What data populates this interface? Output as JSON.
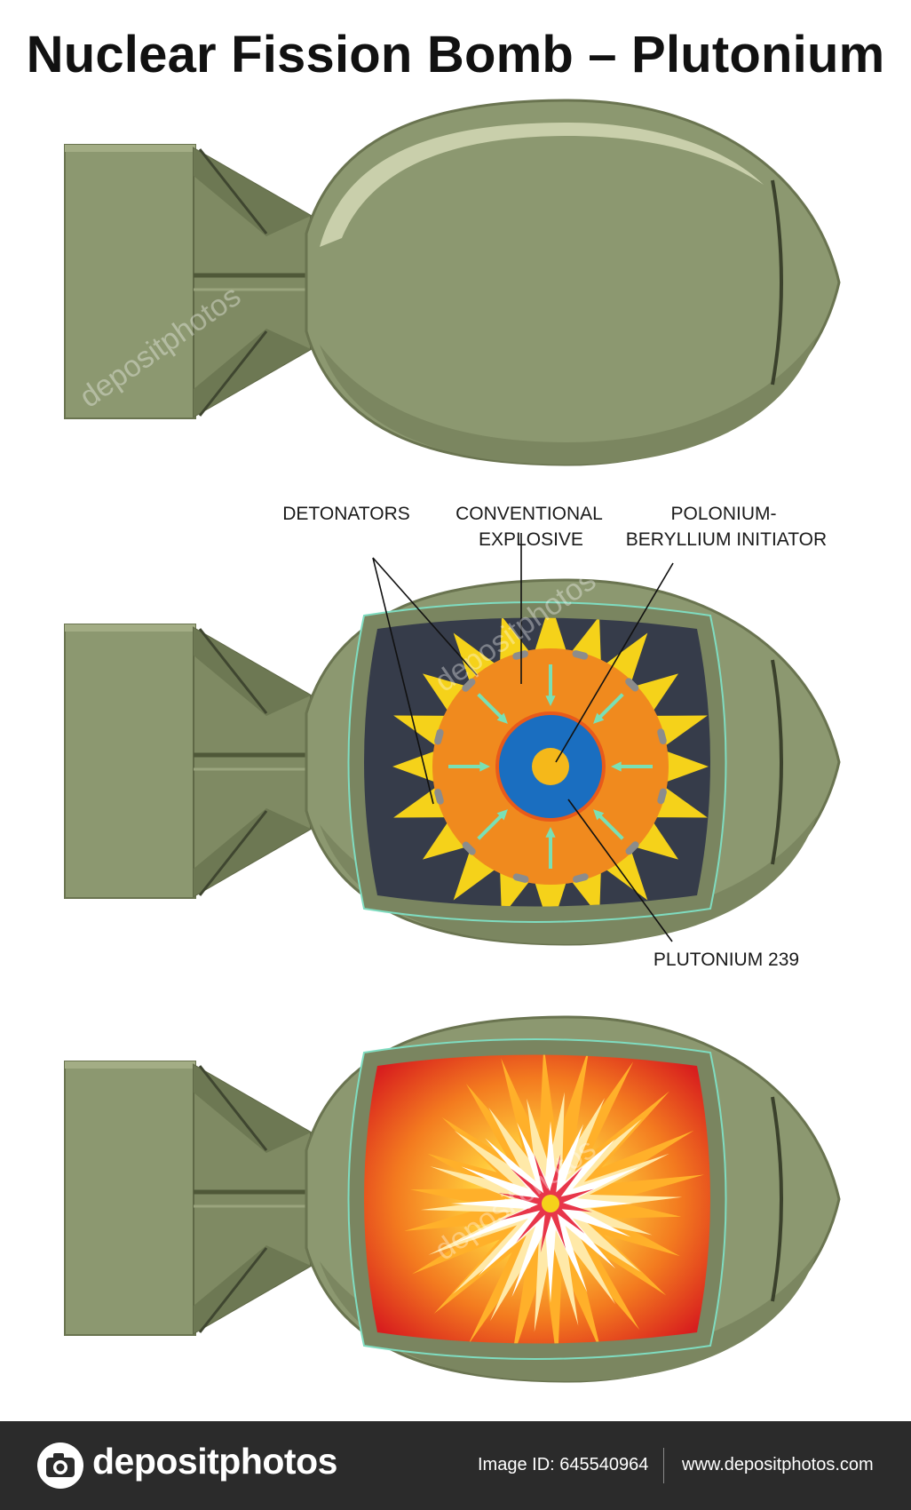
{
  "title": "Nuclear Fission Bomb – Plutonium",
  "labels": {
    "detonators": "DETONATORS",
    "explosive_line1": "CONVENTIONAL",
    "explosive_line2": "EXPLOSIVE",
    "initiator_line1": "POLONIUM-",
    "initiator_line2": "BERYLLIUM INITIATOR",
    "plutonium": "PLUTONIUM 239"
  },
  "watermark": "depositphotos",
  "footer": {
    "brand": "depositphotos",
    "image_id": "Image ID: 645540964",
    "site": "www.depositphotos.com"
  },
  "colors": {
    "casing": "#8c9870",
    "casing_dark": "#737e59",
    "highlight": "#c9cfab",
    "cavity": "#363c4a",
    "spikes": "#f5d21a",
    "explosive": "#f08a1e",
    "arrows": "#7ae0b4",
    "plutonium": "#1a6ec0",
    "initiator": "#f5b81a",
    "footer_bg": "#2b2b2b"
  },
  "icons": [
    "camera-icon"
  ]
}
